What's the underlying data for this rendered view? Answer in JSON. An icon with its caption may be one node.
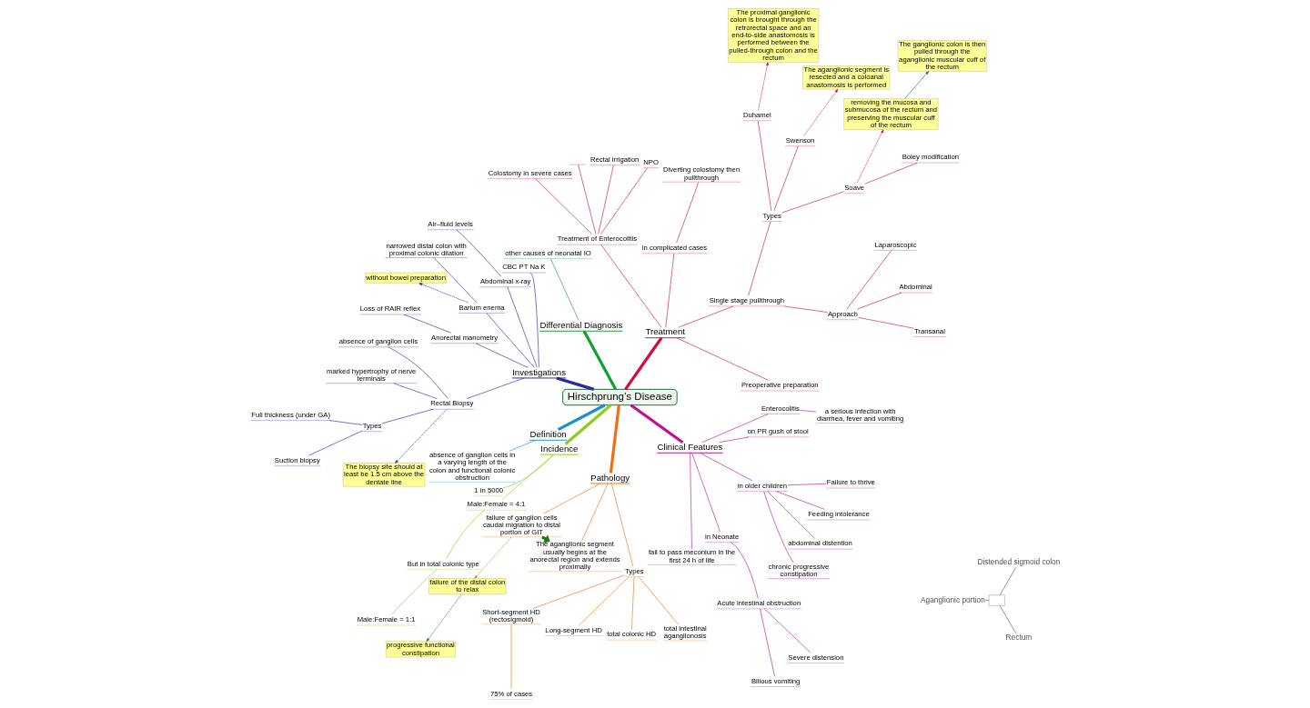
{
  "diagram": {
    "nodes": [
      {
        "text": [
          "Hirschprung’s Disease"
        ]
      },
      {
        "text": [
          "Treatment"
        ]
      },
      {
        "text": [
          "Preoperative preparation"
        ]
      },
      {
        "text": [
          "Single stage pullthrough"
        ]
      },
      {
        "text": [
          "Approach"
        ]
      },
      {
        "text": [
          "Transanal"
        ]
      },
      {
        "text": [
          "Abdominal"
        ]
      },
      {
        "text": [
          "Laparoscopic"
        ]
      },
      {
        "text": [
          "Types"
        ]
      },
      {
        "text": [
          "Soave"
        ]
      },
      {
        "text": [
          "Boley modification"
        ]
      },
      {
        "text": [
          "Swenson"
        ]
      },
      {
        "text": [
          "Duhamel"
        ]
      },
      {
        "text": [
          "removing the mucosa and submucosa of the rectum and preserving the muscular cuff of the rectum"
        ]
      },
      {
        "text": [
          "The ganglionic colon is then pulled through the aganglionic muscular cuff of the rectum"
        ]
      },
      {
        "text": [
          "The aganglionic segment is resected and a coloanal anastomosis is performed"
        ]
      },
      {
        "text": [
          "The proximal ganglionic colon is brought through the retrorectal space and an end-to-side anastomosis is performed between the pulled-through colon and the rectum"
        ]
      },
      {
        "text": [
          "in complicated cases"
        ]
      },
      {
        "text": [
          "Diverting colostomy then pullthrough"
        ]
      },
      {
        "text": [
          "Treatment of Enterocolitis"
        ]
      },
      {
        "text": [
          "NPO"
        ]
      },
      {
        "text": [
          "Rectal irrigation"
        ]
      },
      {
        "text": [],
        "shape": "bar"
      },
      {
        "text": [
          "Colostomy in severe cases"
        ]
      },
      {
        "text": [
          "Differential Diagnosis"
        ]
      },
      {
        "text": [
          "other causes of neonatal IO"
        ]
      },
      {
        "text": [
          "Investigations"
        ]
      },
      {
        "text": [
          "CBC PT Na K"
        ]
      },
      {
        "text": [
          "Abdominal x-ray"
        ]
      },
      {
        "text": [
          "Air–fluid levels"
        ]
      },
      {
        "text": [
          "Barium enema"
        ]
      },
      {
        "text": [
          "narrowed distal colon with proximal colonic dilation"
        ]
      },
      {
        "text": [
          "without bowel preparation"
        ]
      },
      {
        "text": [
          "Anorectal manometry"
        ]
      },
      {
        "text": [
          "Loss of RAIR reflex"
        ]
      },
      {
        "text": [
          "Rectal Biopsy"
        ]
      },
      {
        "text": [
          "absence of ganglion cells"
        ]
      },
      {
        "text": [
          "marked hypertrophy of nerve terminals"
        ]
      },
      {
        "text": [
          "Types"
        ]
      },
      {
        "text": [
          "Full thickness (under GA)"
        ]
      },
      {
        "text": [
          "Suction biopsy"
        ]
      },
      {
        "text": [
          "The biopsy site should at least be 1.5 cm above the dentate line"
        ]
      },
      {
        "text": [
          "Definition"
        ]
      },
      {
        "text": [
          "absence of ganglion cells in a varying length of the colon and functional colonic obstruction"
        ]
      },
      {
        "text": [
          "Incidence"
        ]
      },
      {
        "text": [
          "1 in 5000"
        ]
      },
      {
        "text": [
          "Male:Female = 4:1"
        ]
      },
      {
        "text": [
          "But in total colonic type"
        ]
      },
      {
        "text": [
          "Male:Female = 1:1"
        ]
      },
      {
        "text": [
          "Pathology"
        ]
      },
      {
        "text": [
          "failure of ganglion cells caudal migration to distal portion of GIT"
        ]
      },
      {
        "text": [
          "The aganglionic segment usually begins at the anorectal region and extends proximally"
        ]
      },
      {
        "text": [
          "failure of the distal colon to relax"
        ]
      },
      {
        "text": [
          "progressive functional constipation"
        ]
      },
      {
        "text": [
          "Types"
        ]
      },
      {
        "text": [
          "Short-segment HD (rectosigmoid)"
        ]
      },
      {
        "text": [
          "75% of cases"
        ]
      },
      {
        "text": [
          "Long-segment HD"
        ]
      },
      {
        "text": [
          "total colonic HD"
        ]
      },
      {
        "text": [
          "total intestinal aganglionosis"
        ]
      },
      {
        "text": [
          "Clinical Features"
        ]
      },
      {
        "text": [
          "fail to pass meconium in the first 24 h of life"
        ]
      },
      {
        "text": [
          "in Neonate"
        ]
      },
      {
        "text": [
          "Acute intestinal obstruction"
        ]
      },
      {
        "text": [
          "Bilious vomiting"
        ]
      },
      {
        "text": [
          "Severe distension"
        ]
      },
      {
        "text": [
          "in older children"
        ]
      },
      {
        "text": [
          "chronic progressive constipation"
        ]
      },
      {
        "text": [
          "abdominal distention"
        ]
      },
      {
        "text": [
          "Feeding intolerance"
        ]
      },
      {
        "text": [
          "Failure to thrive"
        ]
      },
      {
        "text": [
          "on PR gush of stool"
        ]
      },
      {
        "text": [
          "Enterocolitis"
        ]
      },
      {
        "text": [
          "a serious infection with diarrhea, fever and vomiting"
        ]
      },
      {
        "text": [
          "Distended sigmoid colon"
        ]
      },
      {
        "text": [
          "Aganglionic portion"
        ]
      },
      {
        "text": [
          "Rectum"
        ]
      },
      {
        "text": [],
        "shape": "box"
      }
    ],
    "edges": [
      {
        "from": 0,
        "to": 1,
        "arrow": "none",
        "style": "thick",
        "color": "#d0103a"
      },
      {
        "from": 1,
        "to": 2,
        "arrow": "none",
        "color": "#d0103a"
      },
      {
        "from": 1,
        "to": 3,
        "arrow": "none",
        "color": "#d0103a"
      },
      {
        "from": 3,
        "to": 4,
        "arrow": "none",
        "color": "#d0103a"
      },
      {
        "from": 4,
        "to": 5,
        "arrow": "none",
        "color": "#d0103a"
      },
      {
        "from": 4,
        "to": 6,
        "arrow": "none",
        "color": "#d0103a"
      },
      {
        "from": 4,
        "to": 7,
        "arrow": "none",
        "color": "#d0103a"
      },
      {
        "from": 3,
        "to": 8,
        "arrow": "none",
        "color": "#d0103a"
      },
      {
        "from": 8,
        "to": 9,
        "arrow": "none",
        "color": "#d0103a"
      },
      {
        "from": 9,
        "to": 10,
        "arrow": "none",
        "color": "#d0103a"
      },
      {
        "from": 8,
        "to": 11,
        "arrow": "none",
        "color": "#d0103a"
      },
      {
        "from": 8,
        "to": 12,
        "arrow": "none",
        "color": "#d0103a"
      },
      {
        "from": 9,
        "to": 13,
        "arrow": "to",
        "style": "dashed",
        "color": "#d0103a"
      },
      {
        "from": 13,
        "to": 14,
        "arrow": "to",
        "color": "#1a6a4a"
      },
      {
        "from": 11,
        "to": 15,
        "arrow": "to",
        "style": "dashed",
        "color": "#d0103a"
      },
      {
        "from": 12,
        "to": 16,
        "arrow": "to",
        "style": "dashed",
        "color": "#d0103a"
      },
      {
        "from": 1,
        "to": 17,
        "arrow": "none",
        "color": "#d0103a"
      },
      {
        "from": 17,
        "to": 18,
        "arrow": "none",
        "color": "#d0103a"
      },
      {
        "from": 1,
        "to": 19,
        "arrow": "none",
        "color": "#d0103a"
      },
      {
        "from": 19,
        "to": 20,
        "arrow": "none",
        "color": "#d0103a"
      },
      {
        "from": 19,
        "to": 21,
        "arrow": "none",
        "color": "#d0103a"
      },
      {
        "from": 19,
        "to": 22,
        "arrow": "none",
        "color": "#d0103a"
      },
      {
        "from": 19,
        "to": 23,
        "arrow": "none",
        "color": "#d0103a"
      },
      {
        "from": 0,
        "to": 24,
        "arrow": "none",
        "style": "thick",
        "color": "#10a030"
      },
      {
        "from": 24,
        "to": 25,
        "arrow": "none",
        "color": "#10a030"
      },
      {
        "from": 0,
        "to": 26,
        "arrow": "none",
        "style": "thick",
        "color": "#2a2aa0"
      },
      {
        "from": 26,
        "to": 27,
        "arrow": "none",
        "color": "#2a2aa0"
      },
      {
        "from": 26,
        "to": 28,
        "arrow": "none",
        "color": "#2a2aa0"
      },
      {
        "from": 28,
        "to": 29,
        "arrow": "none",
        "color": "#2a2aa0"
      },
      {
        "from": 26,
        "to": 30,
        "arrow": "none",
        "color": "#2a2aa0"
      },
      {
        "from": 30,
        "to": 31,
        "arrow": "none",
        "color": "#2a2aa0"
      },
      {
        "from": 30,
        "to": 32,
        "arrow": "to",
        "style": "dashed",
        "color": "#2a2aa0"
      },
      {
        "from": 26,
        "to": 33,
        "arrow": "none",
        "color": "#2a2aa0"
      },
      {
        "from": 33,
        "to": 34,
        "arrow": "none",
        "color": "#2a2aa0"
      },
      {
        "from": 26,
        "to": 35,
        "arrow": "none",
        "color": "#2a2aa0"
      },
      {
        "from": 35,
        "to": 36,
        "arrow": "none",
        "color": "#2a2aa0"
      },
      {
        "from": 35,
        "to": 37,
        "arrow": "none",
        "color": "#2a2aa0"
      },
      {
        "from": 35,
        "to": 38,
        "arrow": "none",
        "color": "#2a2aa0"
      },
      {
        "from": 38,
        "to": 39,
        "arrow": "none",
        "color": "#2a2aa0"
      },
      {
        "from": 38,
        "to": 40,
        "arrow": "none",
        "color": "#2a2aa0"
      },
      {
        "from": 35,
        "to": 41,
        "arrow": "to",
        "style": "dashed",
        "color": "#2a2aa0"
      },
      {
        "from": 0,
        "to": 42,
        "arrow": "none",
        "style": "thick",
        "color": "#1a8fd0"
      },
      {
        "from": 42,
        "to": 43,
        "arrow": "none",
        "color": "#1a8fd0"
      },
      {
        "from": 0,
        "to": 44,
        "arrow": "none",
        "style": "thick",
        "color": "#8ccc1a"
      },
      {
        "from": 44,
        "to": 45,
        "arrow": "none",
        "color": "#8ccc1a"
      },
      {
        "from": 44,
        "to": 46,
        "arrow": "none",
        "color": "#8ccc1a"
      },
      {
        "from": 46,
        "to": 47,
        "arrow": "none",
        "color": "#8ccc1a"
      },
      {
        "from": 47,
        "to": 48,
        "arrow": "none",
        "color": "#8ccc1a"
      },
      {
        "from": 0,
        "to": 49,
        "arrow": "none",
        "style": "thick",
        "color": "#f07010"
      },
      {
        "from": 49,
        "to": 50,
        "arrow": "none",
        "color": "#f07010"
      },
      {
        "from": 49,
        "to": 51,
        "arrow": "none",
        "color": "#f07010"
      },
      {
        "from": 50,
        "to": 51,
        "arrow": "to",
        "style": "thick",
        "color": "#1a7a1a"
      },
      {
        "from": 50,
        "to": 52,
        "arrow": "to",
        "style": "dashed",
        "color": "#f07010"
      },
      {
        "from": 52,
        "to": 53,
        "arrow": "to",
        "style": "dashed",
        "color": "#1a6a4a"
      },
      {
        "from": 49,
        "to": 54,
        "arrow": "none",
        "color": "#f07010"
      },
      {
        "from": 54,
        "to": 55,
        "arrow": "none",
        "color": "#f07010"
      },
      {
        "from": 55,
        "to": 56,
        "arrow": "none",
        "color": "#f07010"
      },
      {
        "from": 54,
        "to": 57,
        "arrow": "none",
        "color": "#f07010"
      },
      {
        "from": 54,
        "to": 58,
        "arrow": "none",
        "color": "#f07010"
      },
      {
        "from": 54,
        "to": 59,
        "arrow": "none",
        "color": "#f07010"
      },
      {
        "from": 0,
        "to": 60,
        "arrow": "none",
        "style": "thick",
        "color": "#c0108a"
      },
      {
        "from": 60,
        "to": 61,
        "arrow": "none",
        "color": "#c0108a"
      },
      {
        "from": 60,
        "to": 62,
        "arrow": "none",
        "color": "#c0108a"
      },
      {
        "from": 62,
        "to": 63,
        "arrow": "none",
        "color": "#c0108a"
      },
      {
        "from": 63,
        "to": 64,
        "arrow": "none",
        "color": "#c0108a"
      },
      {
        "from": 63,
        "to": 65,
        "arrow": "none",
        "color": "#c0108a"
      },
      {
        "from": 60,
        "to": 66,
        "arrow": "none",
        "color": "#c0108a"
      },
      {
        "from": 66,
        "to": 67,
        "arrow": "none",
        "color": "#c0108a"
      },
      {
        "from": 66,
        "to": 68,
        "arrow": "none",
        "color": "#c0108a"
      },
      {
        "from": 66,
        "to": 69,
        "arrow": "none",
        "color": "#c0108a"
      },
      {
        "from": 66,
        "to": 70,
        "arrow": "none",
        "color": "#c0108a"
      },
      {
        "from": 60,
        "to": 71,
        "arrow": "none",
        "color": "#c0108a"
      },
      {
        "from": 60,
        "to": 72,
        "arrow": "none",
        "color": "#c0108a"
      },
      {
        "from": 72,
        "to": 73,
        "arrow": "none",
        "color": "#c0108a"
      },
      {
        "from": 74,
        "to": 77,
        "arrow": "none",
        "color": "#555555"
      },
      {
        "from": 75,
        "to": 77,
        "arrow": "none",
        "color": "#555555"
      },
      {
        "from": 76,
        "to": 77,
        "arrow": "none",
        "color": "#555555"
      }
    ]
  }
}
